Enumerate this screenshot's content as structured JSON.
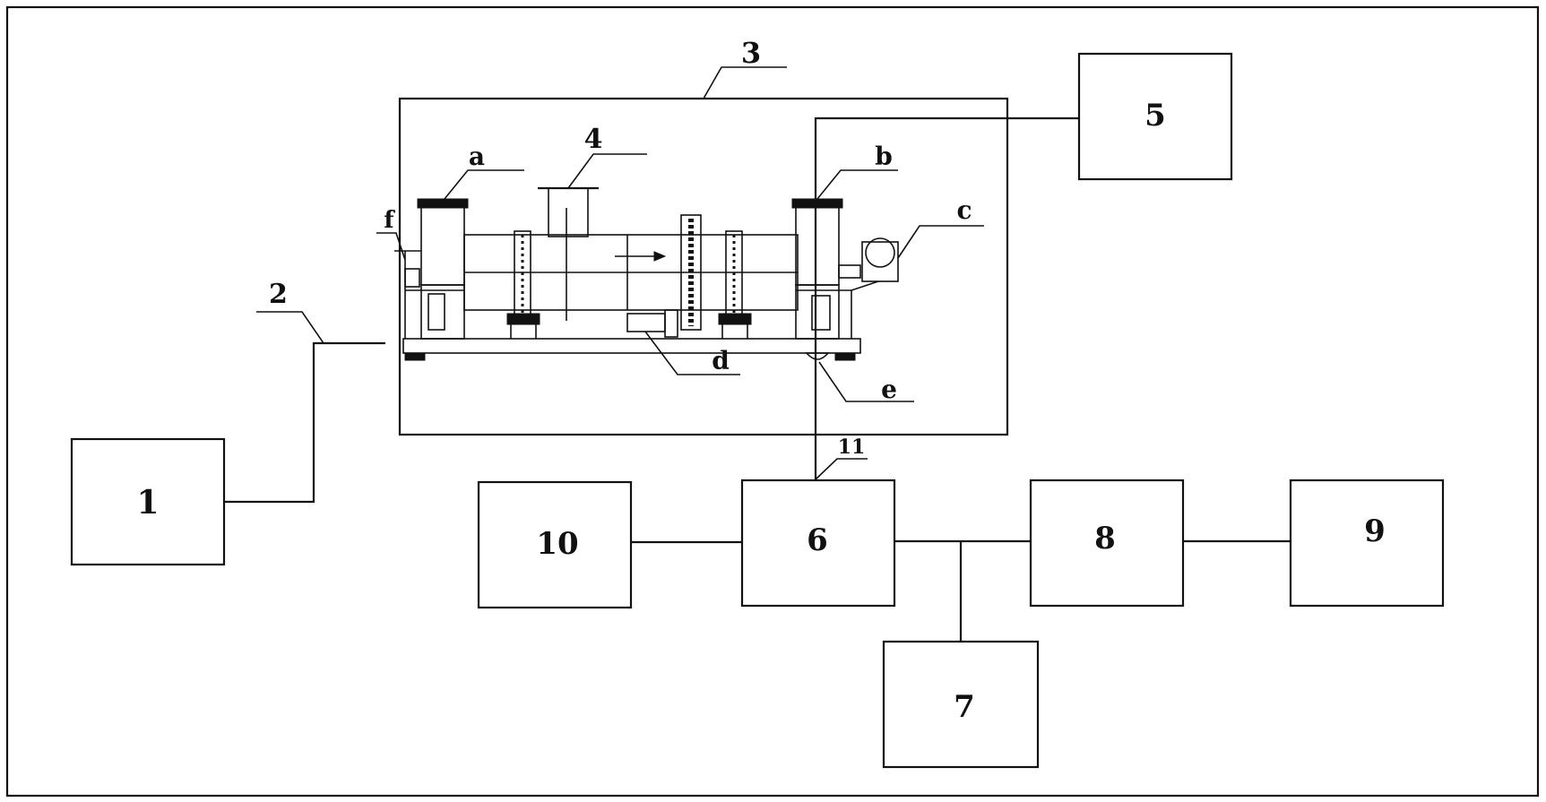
{
  "blocks": {
    "b1": "1",
    "b3": "3",
    "b5": "5",
    "b6": "6",
    "b7": "7",
    "b8": "8",
    "b9": "9",
    "b10": "10"
  },
  "leaders": {
    "l2": "2",
    "l4": "4",
    "l11": "11",
    "la": "a",
    "lb": "b",
    "lc": "c",
    "ld": "d",
    "le": "e",
    "lf": "f"
  }
}
